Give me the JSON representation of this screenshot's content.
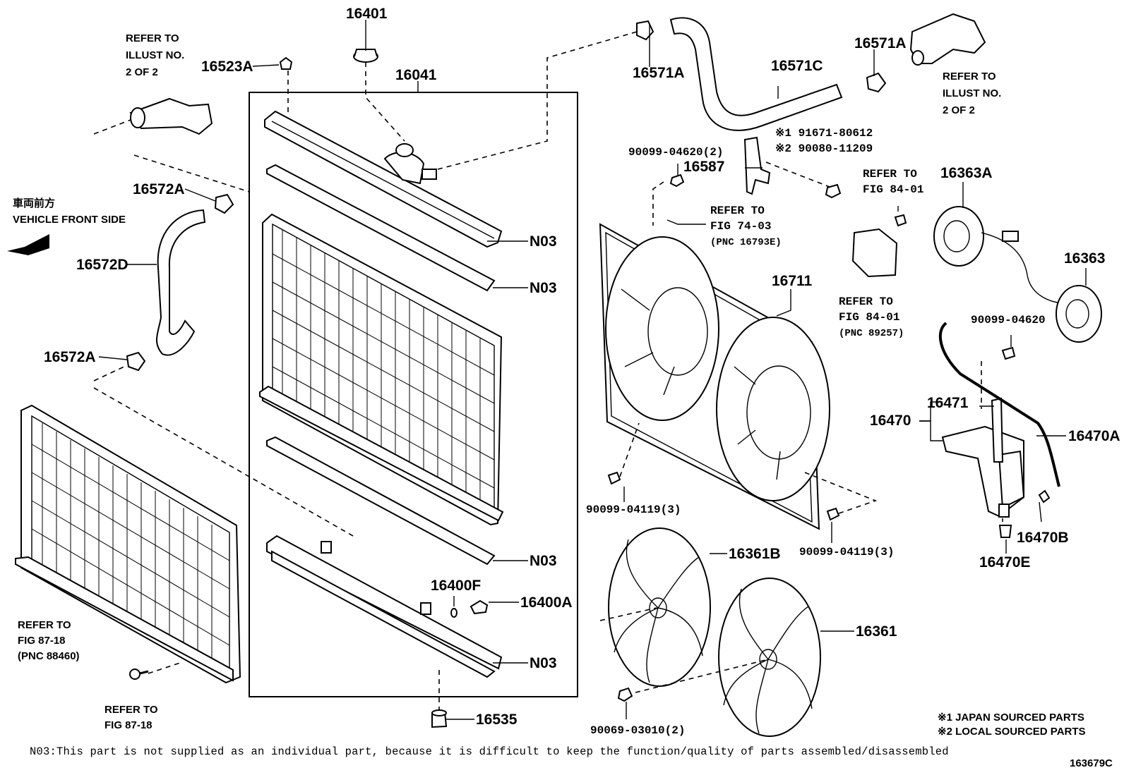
{
  "labels": {
    "p16401": "16401",
    "p16041": "16041",
    "p16523A": "16523A",
    "refer_illust_left": [
      "REFER TO",
      "ILLUST NO.",
      "2 OF 2"
    ],
    "vehicle_front_jp": "車両前方",
    "vehicle_front_en": "VEHICLE FRONT SIDE",
    "p16572A_top": "16572A",
    "p16572D": "16572D",
    "p16572A_bottom": "16572A",
    "n03_1": "N03",
    "n03_2": "N03",
    "n03_3": "N03",
    "n03_4": "N03",
    "p16400F": "16400F",
    "p16400A": "16400A",
    "p16535": "16535",
    "refer_fig_87_18_pnc": [
      "REFER TO",
      "FIG 87-18",
      "(PNC 88460)"
    ],
    "refer_fig_87_18": [
      "REFER TO",
      "FIG 87-18"
    ],
    "p16571A_left": "16571A",
    "p16571C": "16571C",
    "p16571A_right": "16571A",
    "refer_illust_right": [
      "REFER TO",
      "ILLUST NO.",
      "2 OF 2"
    ],
    "note_91671": "※1 91671-80612",
    "note_90080": "※2 90080-11209",
    "p90099_04620_2": "90099-04620(2)",
    "p16587": "16587",
    "refer_fig_74_03": [
      "REFER TO",
      "FIG 74-03",
      "(PNC 16793E)"
    ],
    "refer_fig_84_01_top": [
      "REFER TO",
      "FIG 84-01"
    ],
    "p16363A": "16363A",
    "p16363": "16363",
    "refer_fig_84_01_pnc": [
      "REFER TO",
      "FIG 84-01",
      "(PNC 89257)"
    ],
    "p16711": "16711",
    "p90099_04620": "90099-04620",
    "p16471": "16471",
    "p16470": "16470",
    "p16470A": "16470A",
    "p90099_04119_3_left": "90099-04119(3)",
    "p90099_04119_3_right": "90099-04119(3)",
    "p16361B": "16361B",
    "p16470B": "16470B",
    "p16470E": "16470E",
    "p16361": "16361",
    "p90069_03010_2": "90069-03010(2)",
    "legend_japan": "※1 JAPAN SOURCED PARTS",
    "legend_local": "※2 LOCAL SOURCED PARTS",
    "footnote": "N03:This part is not supplied as an individual part, because it is difficult to keep the function/quality of parts assembled/disassembled",
    "figure_id": "163679C"
  }
}
